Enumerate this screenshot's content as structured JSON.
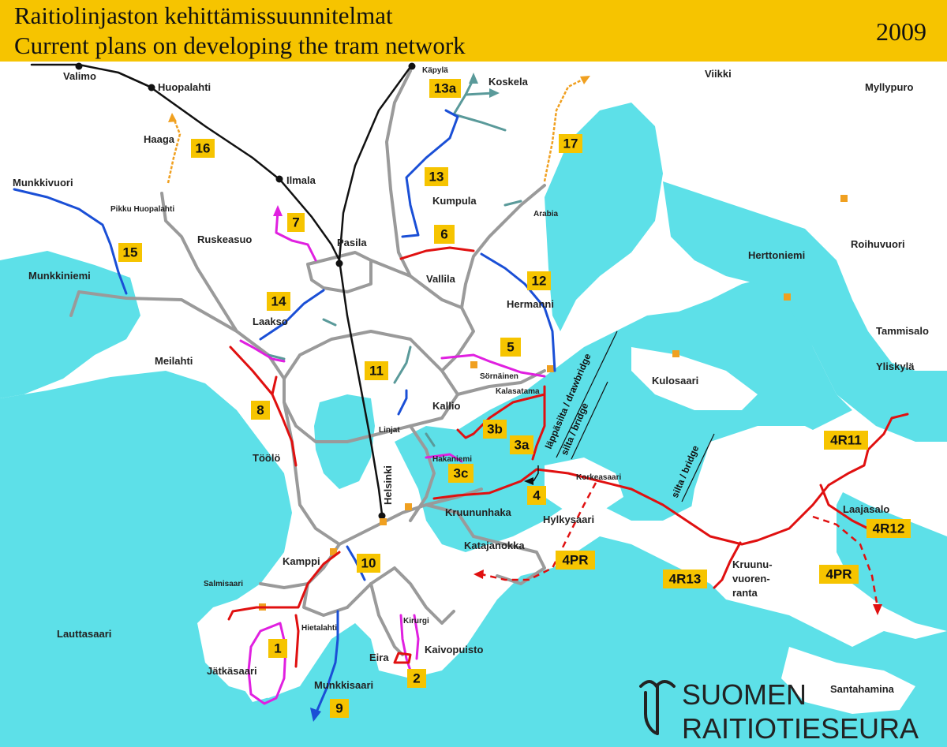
{
  "header": {
    "title_fi": "Raitiolinjaston kehittämissuunnitelmat",
    "title_en": "Current plans on developing the tram network",
    "year": "2009"
  },
  "places": {
    "valimo": "Valimo",
    "huopalahti": "Huopalahti",
    "haaga": "Haaga",
    "ilmala": "Ilmala",
    "munkkivuori": "Munkkivuori",
    "pikku_huopalahti": "Pikku Huopalahti",
    "ruskeasuo": "Ruskeasuo",
    "pasila": "Pasila",
    "munkkiniemi": "Munkkiniemi",
    "laakso": "Laakso",
    "meilahti": "Meilahti",
    "toolo": "Töölö",
    "kapyla": "Käpylä",
    "koskela": "Koskela",
    "kumpula": "Kumpula",
    "arabia": "Arabia",
    "vallila": "Vallila",
    "hermanni": "Hermanni",
    "sornainen": "Sörnäinen",
    "kalasatama": "Kalasatama",
    "kallio": "Kallio",
    "linjat": "Linjat",
    "hakaniemi": "Hakaniemi",
    "helsinki": "Helsinki",
    "kruununhaka": "Kruununhaka",
    "katajanokka": "Katajanokka",
    "korkeasaari": "Korkeasaari",
    "hylkysaari": "Hylkysaari",
    "kamppi": "Kamppi",
    "salmisaari": "Salmisaari",
    "lauttasaari": "Lauttasaari",
    "hietalahti": "Hietalahti",
    "jatkasaari": "Jätkäsaari",
    "munkkisaari": "Munkkisaari",
    "eira": "Eira",
    "kaivopuisto": "Kaivopuisto",
    "kirurgi": "Kirurgi",
    "viikki": "Viikki",
    "myllypuro": "Myllypuro",
    "herttoniemi": "Herttoniemi",
    "roihuvuori": "Roihuvuori",
    "tammisalo": "Tammisalo",
    "kulosaari": "Kulosaari",
    "yliskyla": "Yliskylä",
    "laajasalo": "Laajasalo",
    "kruunuvuorenranta_1": "Kruunu-",
    "kruunuvuorenranta_2": "vuoren-",
    "kruunuvuorenranta_3": "ranta",
    "santahamina": "Santahamina"
  },
  "route_labels": {
    "r1": "1",
    "r2": "2",
    "r3a": "3a",
    "r3b": "3b",
    "r3c": "3c",
    "r4": "4",
    "r4pr_a": "4PR",
    "r4pr_b": "4PR",
    "r4r11": "4R11",
    "r4r12": "4R12",
    "r4r13": "4R13",
    "r5": "5",
    "r6": "6",
    "r7": "7",
    "r8": "8",
    "r9": "9",
    "r10": "10",
    "r11": "11",
    "r12": "12",
    "r13": "13",
    "r13a": "13a",
    "r14": "14",
    "r15": "15",
    "r16": "16",
    "r17": "17"
  },
  "bridges": {
    "drawbridge": "läppäsilta / drawbridge",
    "bridge1": "silta / bridge",
    "bridge2": "silta / bridge"
  },
  "logo": {
    "line1": "SUOMEN",
    "line2": "RAITIOTIESEURA"
  },
  "colors": {
    "header": "#f6c400",
    "sea": "#5de0e8",
    "existing_tram": "#9a9a9a",
    "railway": "#111111",
    "plan_red": "#e01010",
    "plan_blue": "#1a4fd6",
    "plan_magenta": "#e020e0",
    "plan_orange": "#f0a020",
    "plan_teal": "#5a9a9a"
  }
}
